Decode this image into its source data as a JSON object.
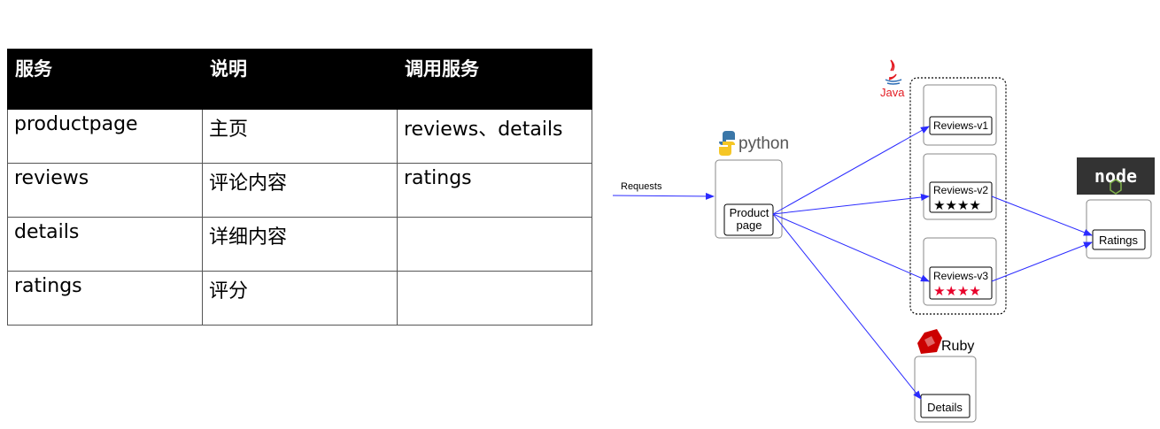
{
  "table": {
    "headers": [
      "服务",
      "说明",
      "调用服务"
    ],
    "rows": [
      [
        "productpage",
        "主页",
        "reviews、details"
      ],
      [
        "reviews",
        "评论内容",
        "ratings"
      ],
      [
        "details",
        "详细内容",
        ""
      ],
      [
        "ratings",
        "评分",
        ""
      ]
    ]
  },
  "diagram": {
    "requests_label": "Requests",
    "product_page_line1": "Product",
    "product_page_line2": "page",
    "reviews_v1": "Reviews-v1",
    "reviews_v2": "Reviews-v2",
    "reviews_v3": "Reviews-v3",
    "ratings": "Ratings",
    "details": "Details",
    "stars_v2": "★★★★",
    "stars_v3": "★★★★",
    "python_logo": "python",
    "java_logo": "Java",
    "ruby_logo": "Ruby",
    "node_logo": "node",
    "colors": {
      "arrow": "#2b2bff",
      "stars_v2": "#000000",
      "stars_v3": "#e8002a",
      "java": "#e31c23",
      "ruby": "#cc0000",
      "node_bg": "#333333",
      "node_green": "#7fb24a"
    }
  }
}
